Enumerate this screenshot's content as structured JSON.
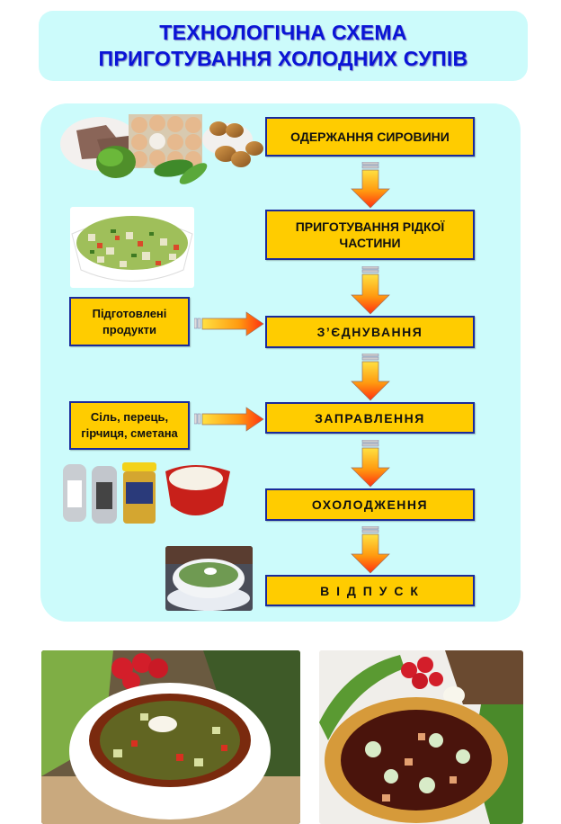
{
  "title": {
    "line1": "ТЕХНОЛОГІЧНА СХЕМА",
    "line2": "ПРИГОТУВАННЯ ХОЛОДНИХ СУПІВ"
  },
  "steps": [
    {
      "label": "ОДЕРЖАННЯ СИРОВИНИ"
    },
    {
      "label": "ПРИГОТУВАННЯ РІДКОЇ ЧАСТИНИ"
    },
    {
      "label": "З’ЄДНУВАННЯ"
    },
    {
      "label": "ЗАПРАВЛЕННЯ"
    },
    {
      "label": "ОХОЛОДЖЕННЯ"
    },
    {
      "label": "В І Д П У С К"
    }
  ],
  "inputs": [
    {
      "label": "Підготовлені продукти",
      "target_step": 2
    },
    {
      "label": "Сіль, перець, гірчиця, сметана",
      "target_step": 3
    }
  ],
  "images": [
    {
      "name": "raw-ingredients-photo",
      "subject": "meat, eggs, dill, cucumbers, potatoes"
    },
    {
      "name": "chopped-vegetables-photo",
      "subject": "bowl of chopped vegetables"
    },
    {
      "name": "seasonings-photo",
      "subject": "salt, pepper, mustard jar, sour cream"
    },
    {
      "name": "served-soup-photo",
      "subject": "bowl of cold green soup"
    },
    {
      "name": "okroshka-photo",
      "subject": "cold soup in white bowl with vegetables"
    },
    {
      "name": "beet-soup-photo",
      "subject": "cold beet soup in painted bowl with radishes and cucumbers"
    }
  ],
  "colors": {
    "title_text": "#0a14d6",
    "panel_bg": "#ccfbfb",
    "step_fill": "#ffcc00",
    "step_border": "#1a2a9a",
    "arrow_top": "#ffd000",
    "arrow_bottom": "#ff3300"
  }
}
